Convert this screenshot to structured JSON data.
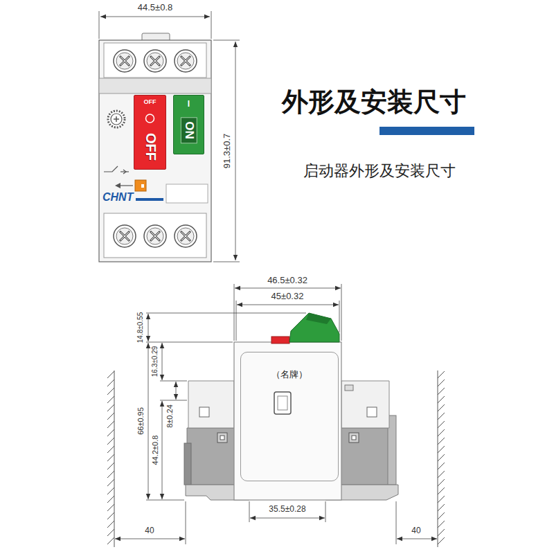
{
  "diagram": {
    "title": "外形及安装尺寸",
    "nodes": [
      {
        "text": [
          "OFF",
          "OFF"
        ]
      },
      {
        "text": [
          "I",
          "ON"
        ]
      },
      {
        "text": [
          "（名牌）"
        ]
      }
    ],
    "labels": [
      "44.5±0.8",
      "91.3±0.7",
      "CHNT",
      "启动器外形及安装尺寸",
      "46.5±0.32",
      "45±0.32",
      "14.8±0.55",
      "16.3±0.29",
      "8±0.24",
      "44.2±0.8",
      "66±0.95",
      "35.5±0.28",
      "40",
      "40"
    ]
  }
}
